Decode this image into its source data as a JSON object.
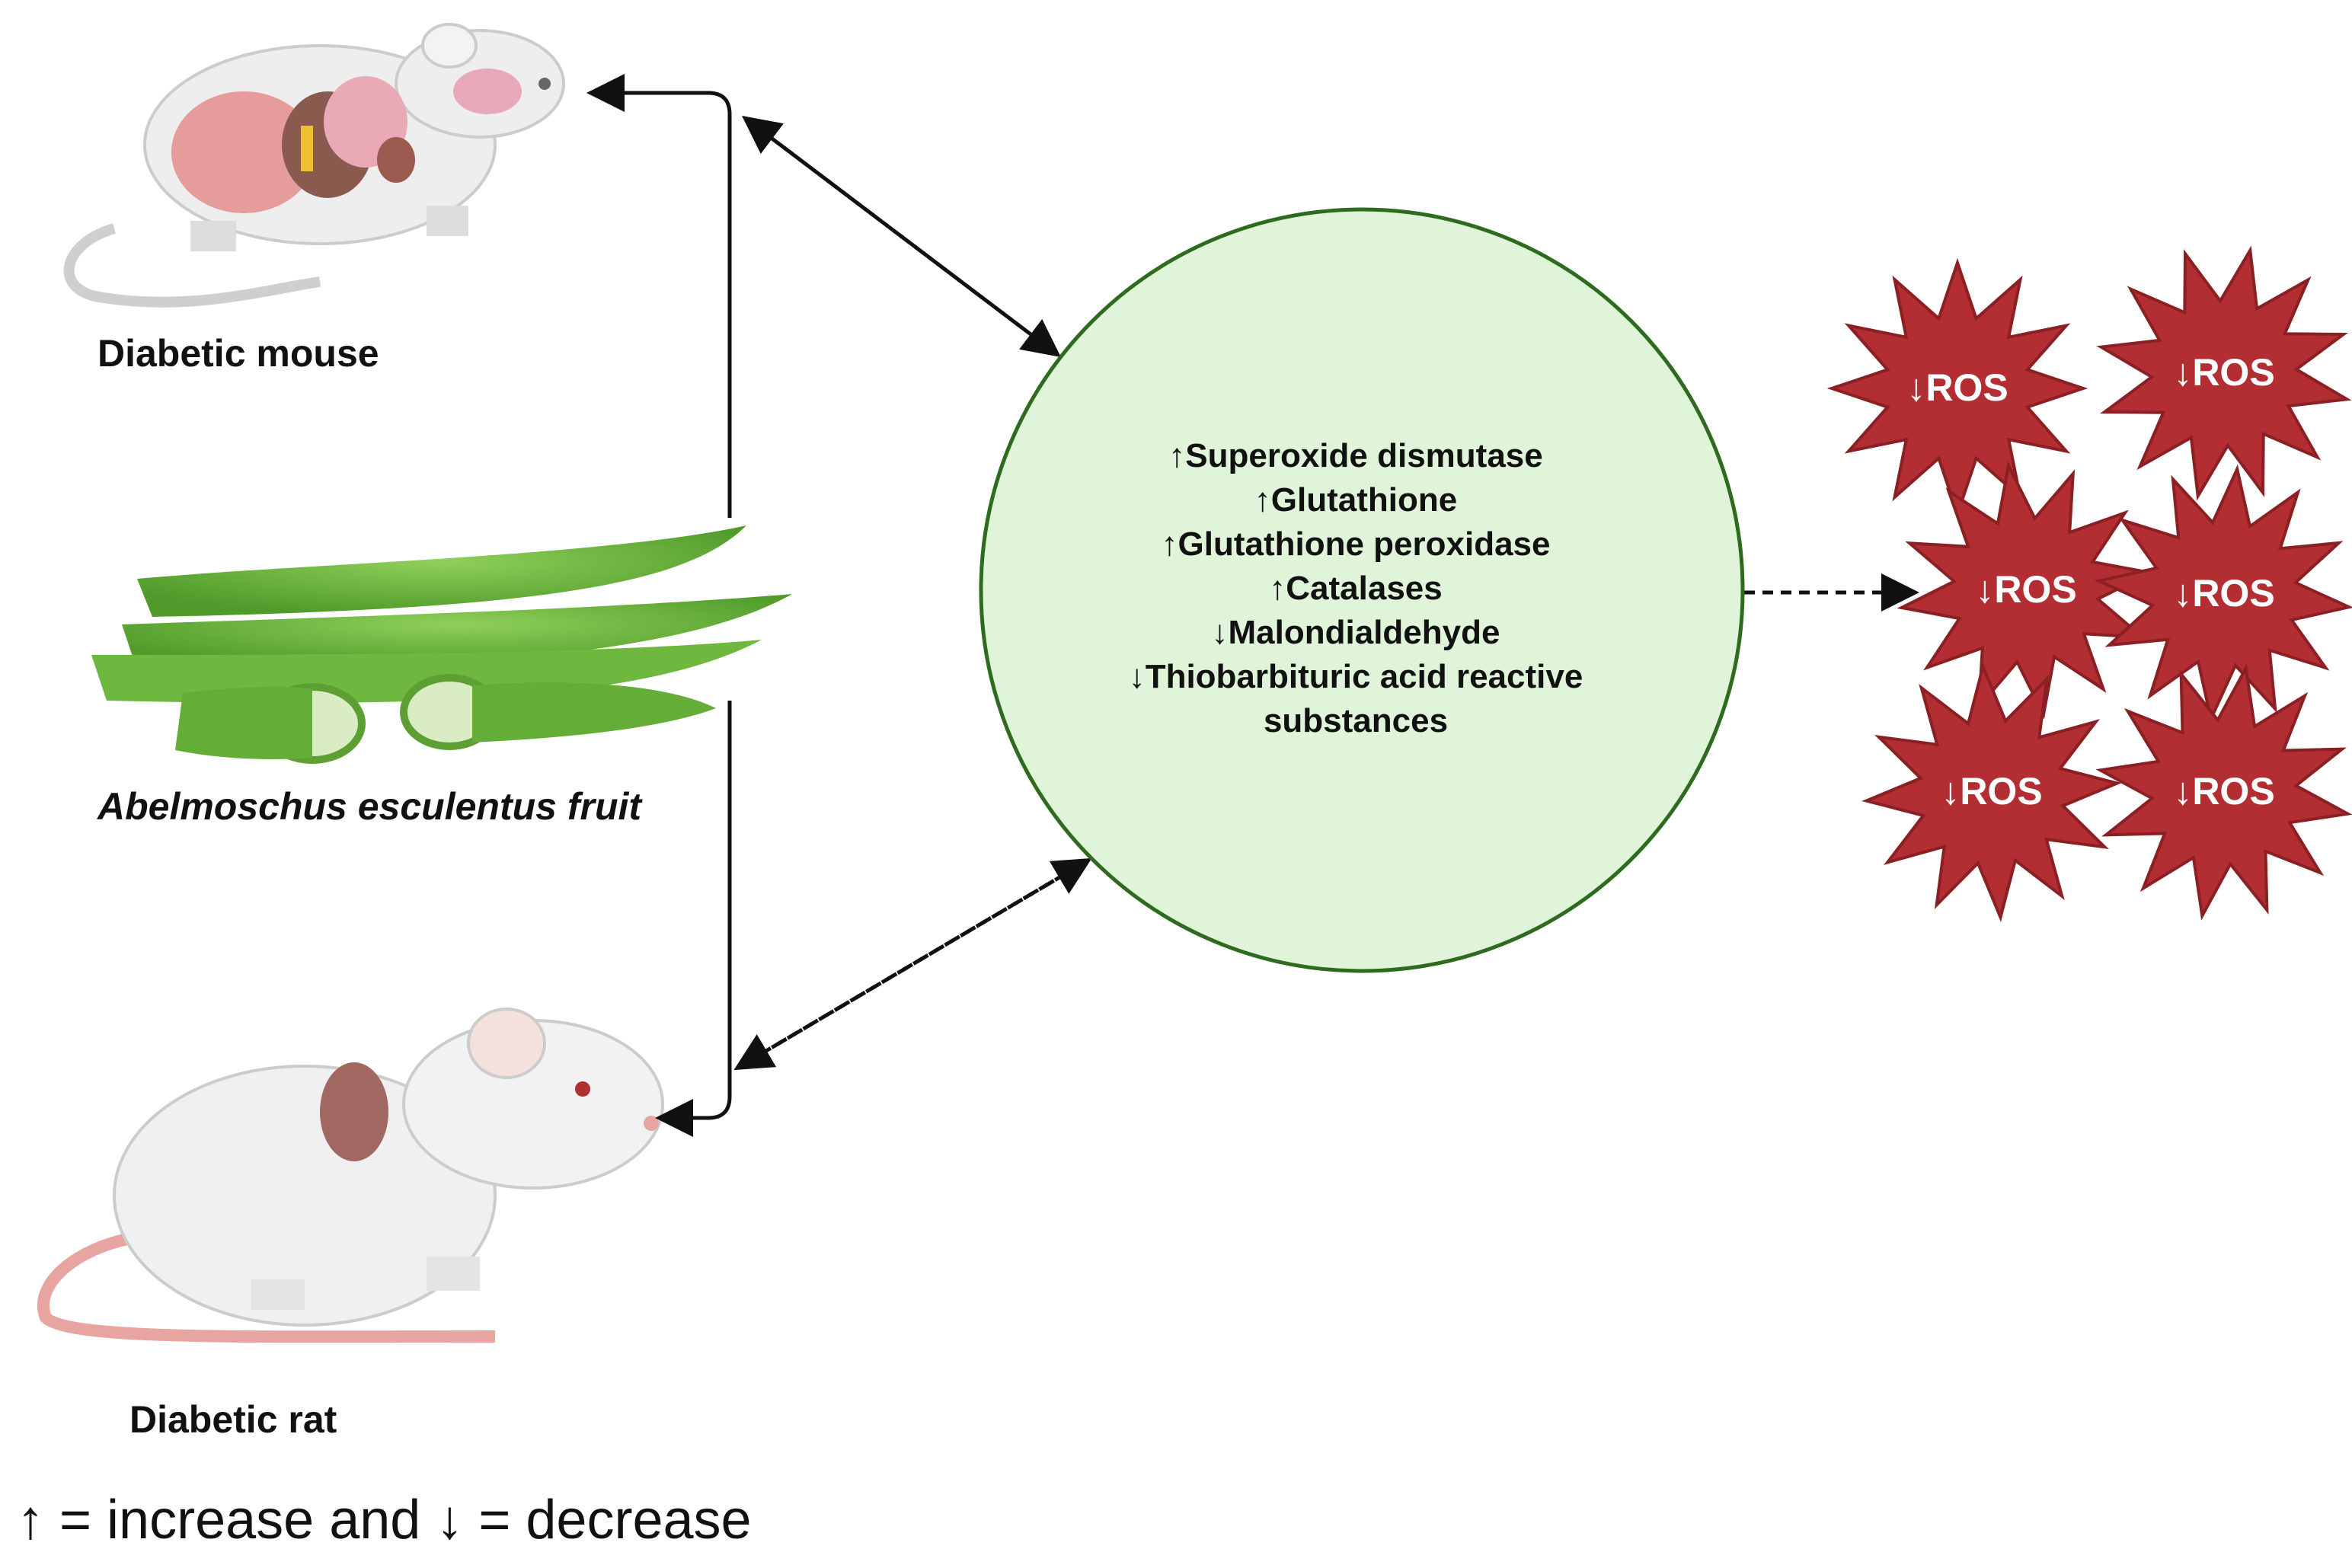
{
  "labels": {
    "mouse": "Diabetic mouse",
    "okra": "Abelmoschus esculentus fruit",
    "rat": "Diabetic rat"
  },
  "circle": {
    "lines": [
      "↑Superoxide dismutase",
      "↑Glutathione",
      "↑Glutathione peroxidase",
      "↑Catalases",
      "↓Malondialdehyde",
      "↓Thiobarbituric acid reactive",
      "substances"
    ]
  },
  "ros": {
    "label": "↓ROS",
    "count": 6
  },
  "legend": "↑ = increase and ↓ = decrease",
  "colors": {
    "circle_fill": "#e0f4da",
    "circle_stroke": "#2e6b1f",
    "star_fill": "#b32e33",
    "star_stroke": "#8a1f24",
    "okra": "#6db33f",
    "rodent": "#e6e6e6"
  }
}
